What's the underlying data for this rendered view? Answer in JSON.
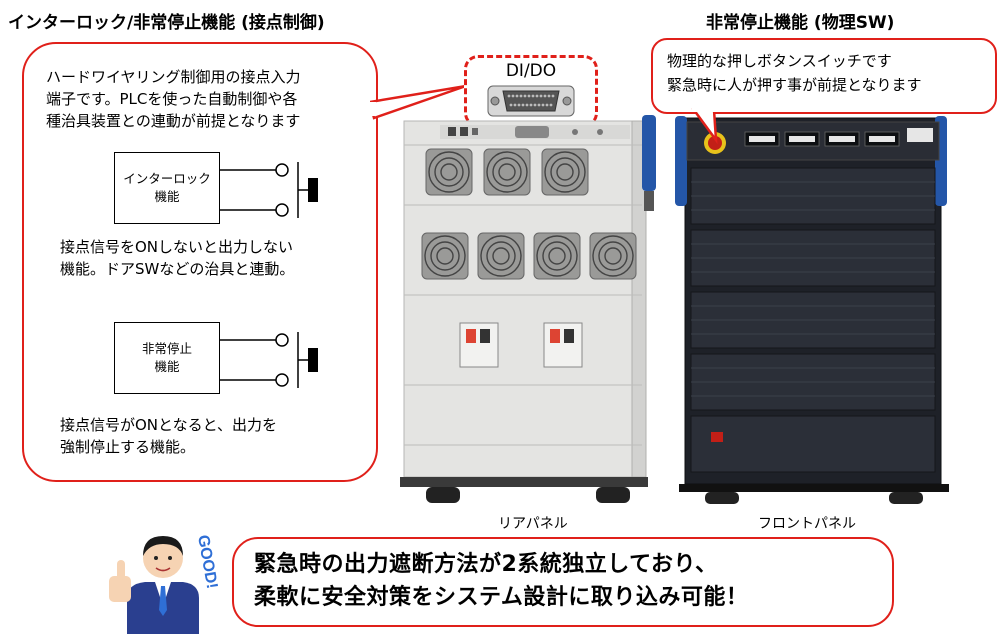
{
  "left_title": "インターロック/非常停止機能 (接点制御)",
  "right_title": "非常停止機能 (物理SW)",
  "left_callout": {
    "line1": "ハードワイヤリング制御用の接点入力",
    "line2": "端子です。PLCを使った自動制御や各",
    "line3": "種治具装置との連動が前提となります"
  },
  "interlock_box": {
    "line1": "インターロック",
    "line2": "機能"
  },
  "interlock_desc": {
    "line1": "接点信号をONしないと出力しない",
    "line2": "機能。ドアSWなどの治具と連動。"
  },
  "estop_box": {
    "line1": "非常停止",
    "line2": "機能"
  },
  "estop_desc": {
    "line1": "接点信号がONとなると、出力を",
    "line2": "強制停止する機能。"
  },
  "dido_label": "DI/DO",
  "right_callout": {
    "line1": "物理的な押しボタンスイッチです",
    "line2": "緊急時に人が押す事が前提となります"
  },
  "rear_caption": "リアパネル",
  "front_caption": "フロントパネル",
  "bottom_callout": {
    "line1": "緊急時の出力遮断方法が2系統独立しており、",
    "line2": "柔軟に安全対策をシステム設計に取り込み可能！"
  },
  "good_text": "GOOD!",
  "colors": {
    "accent_red": "#e0201a",
    "cabinet_light": "#e4e4e2",
    "cabinet_dark": "#1e2128",
    "handle_blue": "#2456a8"
  }
}
